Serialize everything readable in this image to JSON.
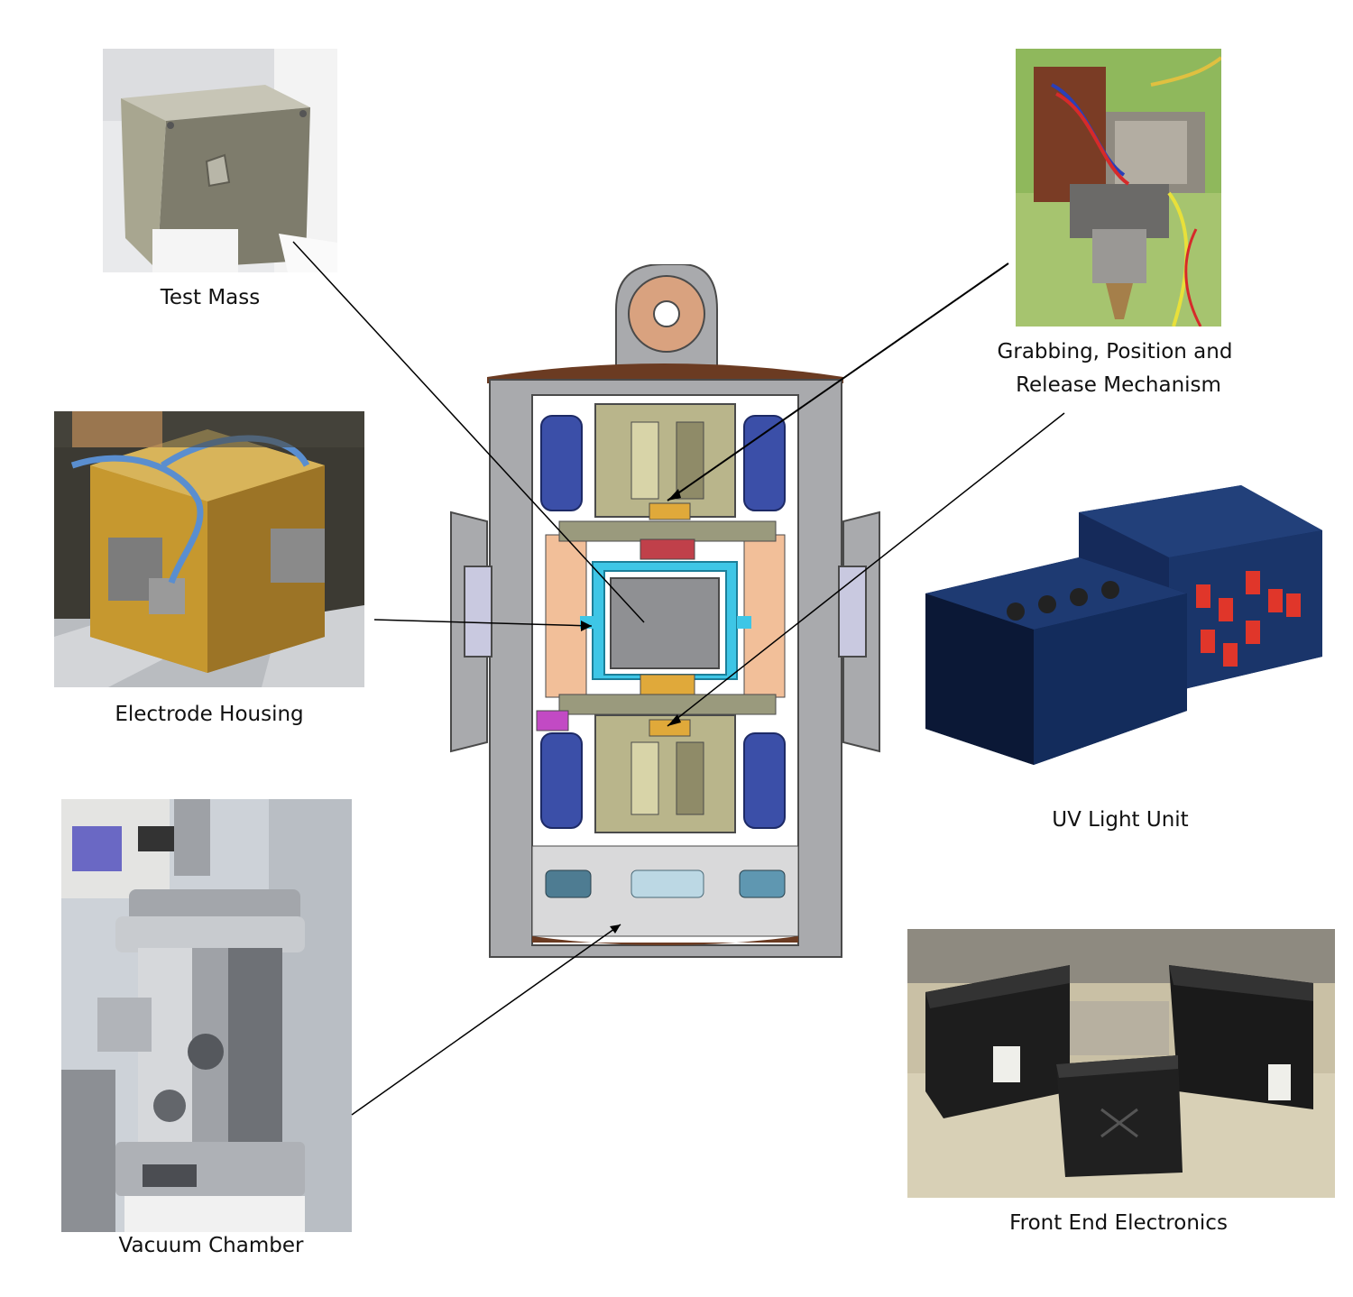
{
  "labels": {
    "test_mass": "Test Mass",
    "electrode_housing": "Electrode Housing",
    "vacuum_chamber": "Vacuum Chamber",
    "grabbing_line1": "Grabbing, Position and",
    "grabbing_line2": "Release Mechanism",
    "uv_light_unit": "UV Light Unit",
    "front_end_electronics": "Front End Electronics"
  },
  "colors": {
    "chamber_wall": "#a9aaad",
    "chamber_edge": "#4a4a4a",
    "copper": "#d9a27f",
    "coil_blue": "#3b4fa8",
    "mechanism_olive": "#b9b58b",
    "electrode_cyan": "#3ec6e6",
    "test_mass_grey": "#8f9093",
    "gold": "#e0a93a",
    "leader_line": "#000000"
  }
}
